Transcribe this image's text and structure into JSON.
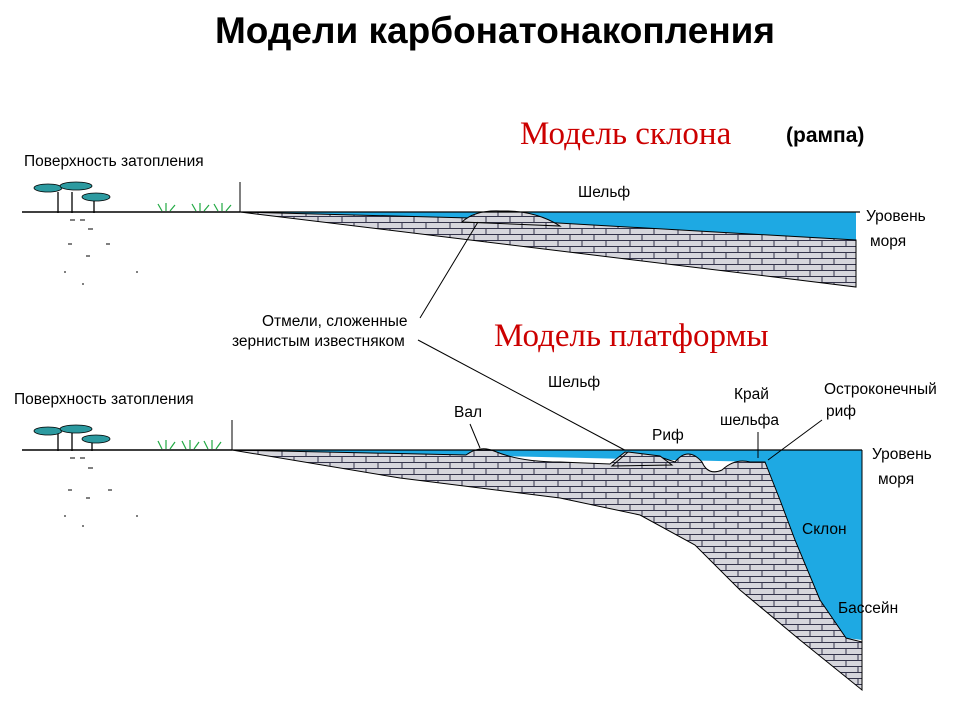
{
  "title": "Модели карбонатонакопления",
  "ramp": {
    "heading": "Модель склона",
    "heading_suffix": "(рампа)",
    "flood_surface": "Поверхность затопления",
    "shelf": "Шельф",
    "sea_level_1": "Уровень",
    "sea_level_2": "моря"
  },
  "shoals": {
    "line1": "Отмели, сложенные",
    "line2": "зернистым известняком"
  },
  "platform": {
    "heading": "Модель платформы",
    "flood_surface": "Поверхность затопления",
    "shelf": "Шельф",
    "bar": "Вал",
    "reef": "Риф",
    "edge_1": "Край",
    "edge_2": "шельфа",
    "pinnacle_1": "Остроконечный",
    "pinnacle_2": "риф",
    "sea_level_1": "Уровень",
    "sea_level_2": "моря",
    "slope": "Склон",
    "basin": "Бассейн"
  },
  "colors": {
    "water": "#1ea9e3",
    "rock": "#d6d6dc",
    "brick_line": "#33334a",
    "tree": "#2c9aa0",
    "grass": "#22aa44"
  }
}
